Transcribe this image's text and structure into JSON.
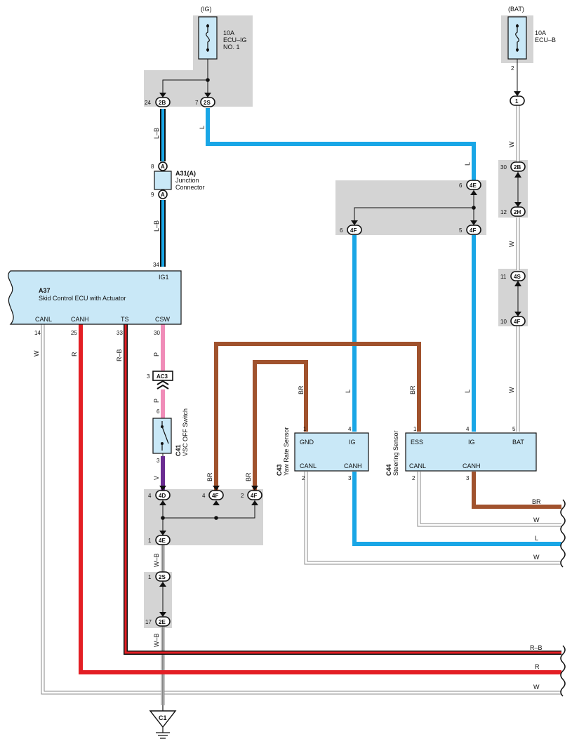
{
  "power": {
    "ig_label": "(IG)",
    "bat_label": "(BAT)",
    "fuse_ig": [
      "10A",
      "ECU–IG",
      "NO. 1"
    ],
    "fuse_b": [
      "10A",
      "ECU–B"
    ],
    "fuse_b_pin": "2"
  },
  "connectors": {
    "c2B": "2B",
    "c2S": "2S",
    "c4E": "4E",
    "c4F": "4F",
    "c4D": "4D",
    "c2H": "2H",
    "c4S": "4S",
    "c2E": "2E",
    "cAC3": "AC3",
    "cA": "A",
    "c1": "1",
    "cC1": "C1"
  },
  "pins": {
    "p24": "24",
    "p7": "7",
    "p8": "8",
    "p9": "9",
    "p34": "34",
    "p6": "6",
    "p5": "5",
    "p30": "30",
    "p12": "12",
    "p11": "11",
    "p10": "10",
    "p3": "3",
    "p4": "4",
    "p2": "2",
    "p1": "1",
    "p17": "17",
    "p14": "14",
    "p25": "25",
    "p33": "33"
  },
  "wires": {
    "LB": "L–B",
    "L": "L",
    "W": "W",
    "P": "P",
    "V": "V",
    "BR": "BR",
    "R": "R",
    "RB": "R–B",
    "WB": "W–B"
  },
  "junction": {
    "id": "A31(A)",
    "name_1": "Junction",
    "name_2": "Connector"
  },
  "ecu": {
    "id": "A37",
    "name": "Skid Control ECU with Actuator",
    "ig1": "IG1",
    "canl": "CANL",
    "canh": "CANH",
    "ts": "TS",
    "csw": "CSW"
  },
  "switch": {
    "id": "C41",
    "name": "VSC OFF Switch"
  },
  "yaw": {
    "id": "C43",
    "name": "Yaw Rate Sensor",
    "gnd": "GND",
    "ig": "IG",
    "canl": "CANL",
    "canh": "CANH"
  },
  "steer": {
    "id": "C44",
    "name": "Steering Sensor",
    "ess": "ESS",
    "ig": "IG",
    "bat": "BAT",
    "canl": "CANL",
    "canh": "CANH"
  },
  "colors": {
    "blue": "#19a6e6",
    "red": "#e31e24",
    "brown": "#a0522d",
    "pink": "#f08cb8",
    "purple": "#6a2c91",
    "box": "#c9e8f7",
    "shade": "#d4d4d4"
  }
}
